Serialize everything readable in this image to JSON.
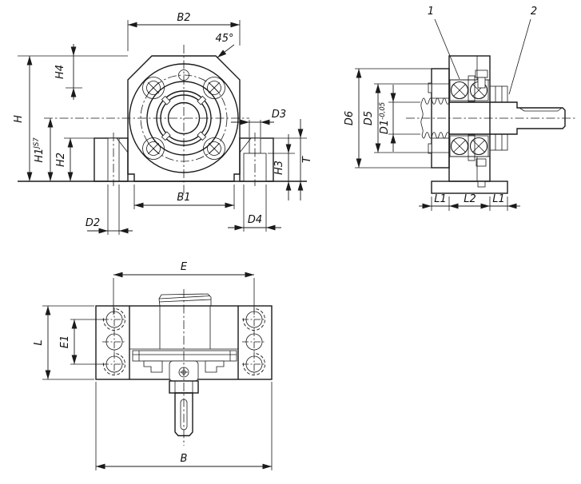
{
  "drawing": {
    "type": "technical_drawing",
    "colors": {
      "line": "#1a1a1a",
      "background": "#ffffff"
    },
    "labels": {
      "front": {
        "b2": "B2",
        "angle": "45°",
        "h": "H",
        "h4": "H4",
        "h1": "H1",
        "h1_tol": "JS7",
        "h2": "H2",
        "b1": "B1",
        "d2": "D2",
        "d3": "D3",
        "d4": "D4",
        "h3": "H3",
        "t": "T"
      },
      "section": {
        "item1": "1",
        "item2": "2",
        "d6": "D6",
        "d5": "D5",
        "d1": "D1",
        "d1_tol": "-0,05",
        "l1a": "L1",
        "l2": "L2",
        "l1b": "L1"
      },
      "plan": {
        "e": "E",
        "e1": "E1",
        "l": "L",
        "b": "B"
      }
    }
  }
}
